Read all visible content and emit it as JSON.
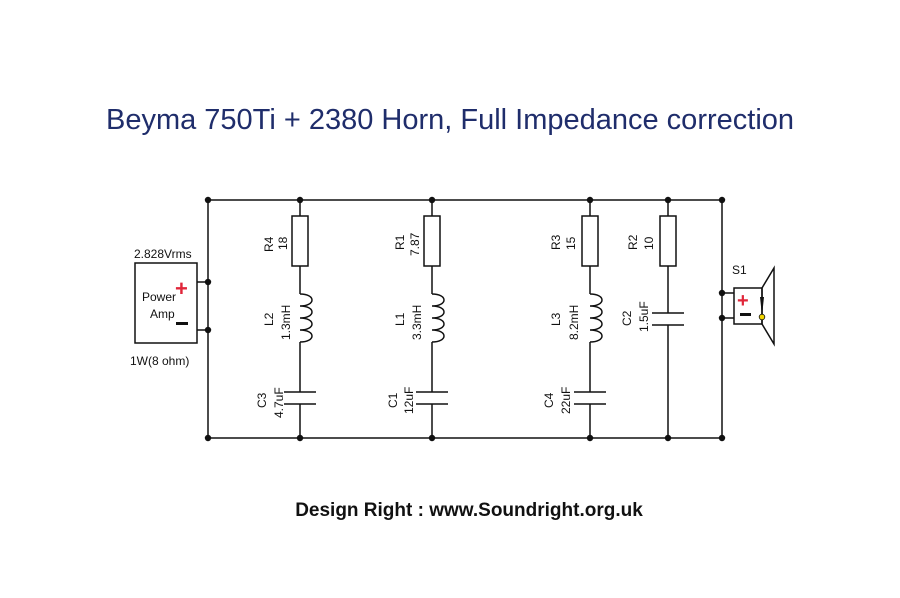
{
  "title": "Beyma 750Ti + 2380 Horn, Full Impedance correction",
  "footer": "Design Right : www.Soundright.org.uk",
  "amp": {
    "voltage": "2.828Vrms",
    "label_line1": "Power",
    "label_line2": "Amp",
    "power": "1W(8 ohm)",
    "plus": "+",
    "minus": "−"
  },
  "speaker": {
    "ref": "S1",
    "plus": "+"
  },
  "branches": [
    {
      "resistor": {
        "ref": "R4",
        "value": "18"
      },
      "inductor": {
        "ref": "L2",
        "value": "1.3mH"
      },
      "capacitor": {
        "ref": "C3",
        "value": "4.7uF"
      }
    },
    {
      "resistor": {
        "ref": "R1",
        "value": "7.87"
      },
      "inductor": {
        "ref": "L1",
        "value": "3.3mH"
      },
      "capacitor": {
        "ref": "C1",
        "value": "12uF"
      }
    },
    {
      "resistor": {
        "ref": "R3",
        "value": "15"
      },
      "inductor": {
        "ref": "L3",
        "value": "8.2mH"
      },
      "capacitor": {
        "ref": "C4",
        "value": "22uF"
      }
    },
    {
      "resistor": {
        "ref": "R2",
        "value": "10"
      },
      "capacitor": {
        "ref": "C2",
        "value": "1.5uF"
      }
    }
  ],
  "colors": {
    "title": "#1f2d6b",
    "plus": "#e0263a",
    "wire": "#111111",
    "bulb": "#f2d600"
  }
}
